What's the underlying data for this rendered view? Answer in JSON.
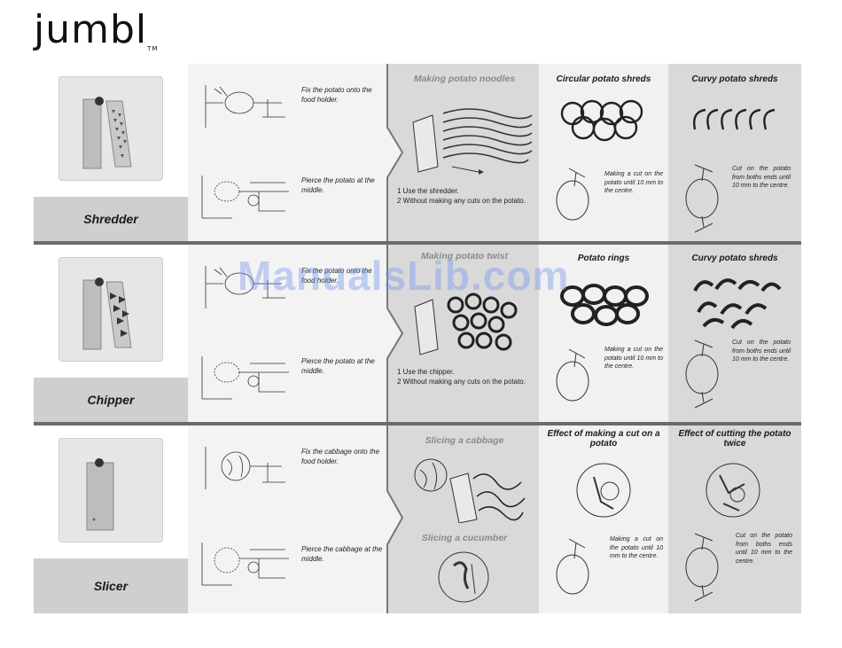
{
  "brand": {
    "logo_text": "jumbl",
    "trademark": "TM"
  },
  "watermark": "ManualsLib.com",
  "rows": [
    {
      "blade_name": "Shredder",
      "step1": "Fix the potato onto the food holder.",
      "step2": "Pierce the potato at the middle.",
      "main_title": "Making potato noodles",
      "main_note1": "1 Use the shredder.",
      "main_note2": "2 Without making any cuts on the potato.",
      "a_title": "Circular potato shreds",
      "a_text": "Making a cut on the potato until 10 mm to the centre.",
      "b_title": "Curvy potato shreds",
      "b_text": "Cut on the potato from boths ends until 10 mm to the centre."
    },
    {
      "blade_name": "Chipper",
      "step1": "Fix the potato onto the food holder.",
      "step2": "Pierce the potato at the middle.",
      "main_title": "Making potato twist",
      "main_note1": "1 Use the chipper.",
      "main_note2": "2 Without making any cuts on the potato.",
      "a_title": "Potato rings",
      "a_text": "Making a cut on the potato until 10 mm to the centre.",
      "b_title": "Curvy potato shreds",
      "b_text": "Cut on the potato from boths ends until 10 mm to the centre."
    },
    {
      "blade_name": "Slicer",
      "step1": "Fix the cabbage onto the food holder.",
      "step2": "Pierce the cabbage at the middle.",
      "main_title": "Slicing a cabbage",
      "main_title2": "Slicing a cucumber",
      "a_title": "Effect of making a cut on a potato",
      "a_text": "Making a cut on the potato until 10 mm to the centre.",
      "b_title": "Effect of cutting the potato twice",
      "b_text": "Cut on the potato from boths ends until 10 mm to the centre."
    }
  ],
  "colors": {
    "dark_panel": "#d9d9d9",
    "light_panel": "#f1f1f1",
    "separator": "#6b6b6b",
    "watermark": "#7896f0"
  }
}
